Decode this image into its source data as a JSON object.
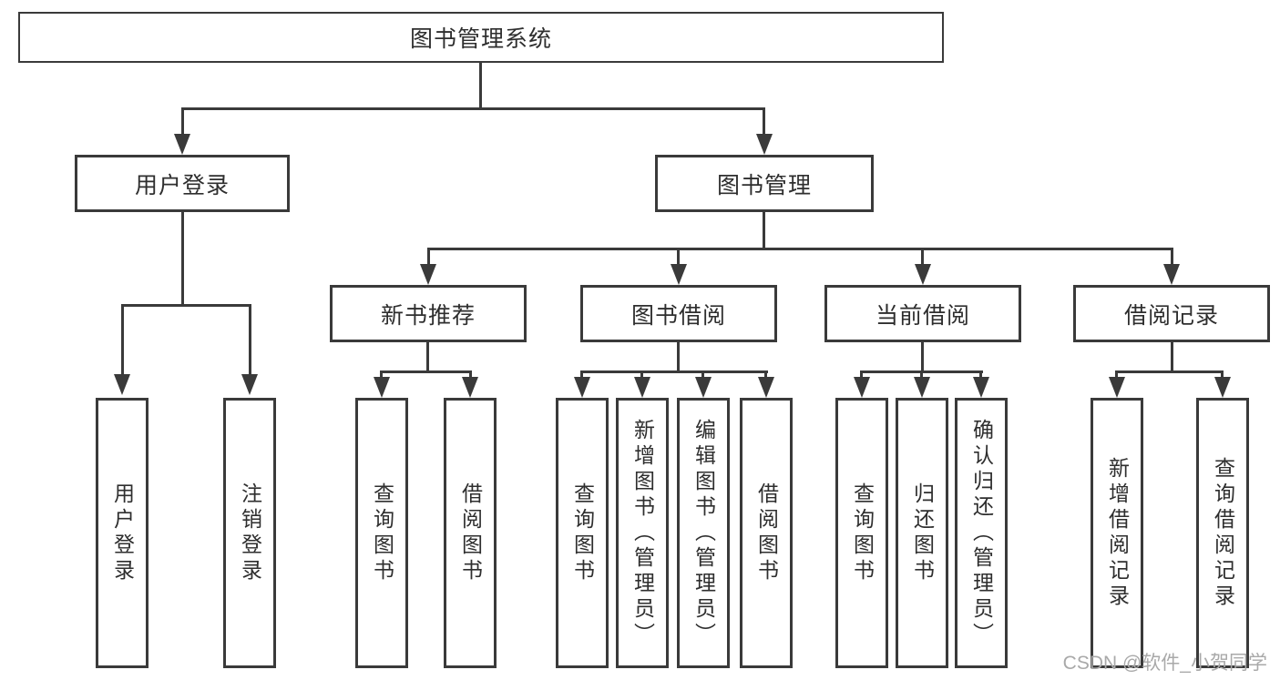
{
  "diagram": {
    "root": {
      "label": "图书管理系统"
    },
    "level2": [
      {
        "label": "用户登录"
      },
      {
        "label": "图书管理"
      }
    ],
    "login_children": [
      {
        "label": "用户登录"
      },
      {
        "label": "注销登录"
      }
    ],
    "branches": [
      {
        "label": "新书推荐",
        "children": [
          {
            "label": "查询图书"
          },
          {
            "label": "借阅图书"
          }
        ]
      },
      {
        "label": "图书借阅",
        "children": [
          {
            "label": "查询图书"
          },
          {
            "label": "新增图书（管理员）"
          },
          {
            "label": "编辑图书（管理员）"
          },
          {
            "label": "借阅图书"
          }
        ]
      },
      {
        "label": "当前借阅",
        "children": [
          {
            "label": "查询图书"
          },
          {
            "label": "归还图书"
          },
          {
            "label": "确认归还（管理员）"
          }
        ]
      },
      {
        "label": "借阅记录",
        "children": [
          {
            "label": "新增借阅记录"
          },
          {
            "label": "查询借阅记录"
          }
        ]
      }
    ]
  },
  "watermark": {
    "text": "CSDN @软件_小贺同学"
  },
  "colors": {
    "line": "#3a3a3a",
    "text": "#2e2e2e",
    "watermark": "#a9a9a9",
    "background": "#ffffff"
  }
}
